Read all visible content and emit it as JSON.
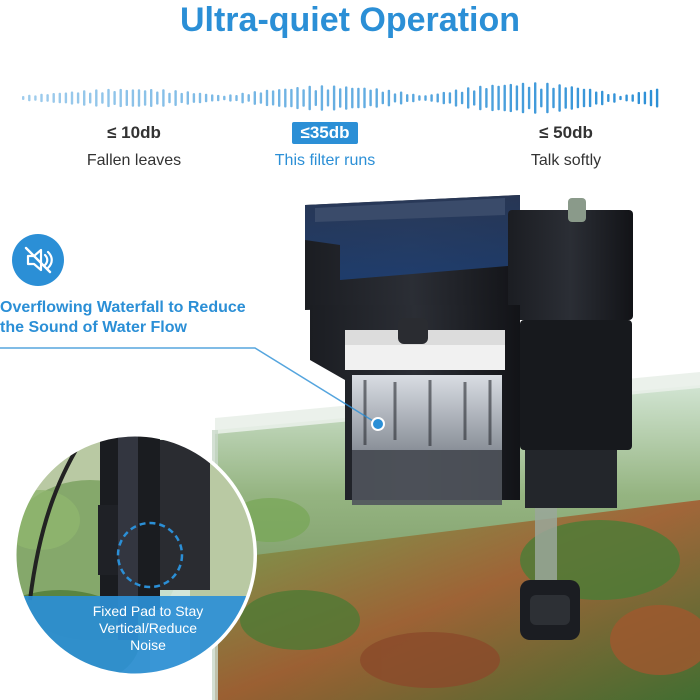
{
  "title": "Ultra-quiet Operation",
  "levels": [
    {
      "db": "≤ 10db",
      "caption": "Fallen leaves"
    },
    {
      "db": "≤35db",
      "caption": "This filter runs"
    },
    {
      "db": "≤ 50db",
      "caption": "Talk softly"
    }
  ],
  "features": {
    "waterfall_line1": "Overflowing Waterfall to Reduce",
    "waterfall_line2": "the Sound of Water Flow",
    "pad_line1": "Fixed Pad to Stay",
    "pad_line2": "Vertical/Reduce",
    "pad_line3": "Noise"
  },
  "colors": {
    "accent": "#2b8fd6",
    "text": "#333333"
  },
  "icons": {
    "badge": "speaker-mute-icon"
  }
}
